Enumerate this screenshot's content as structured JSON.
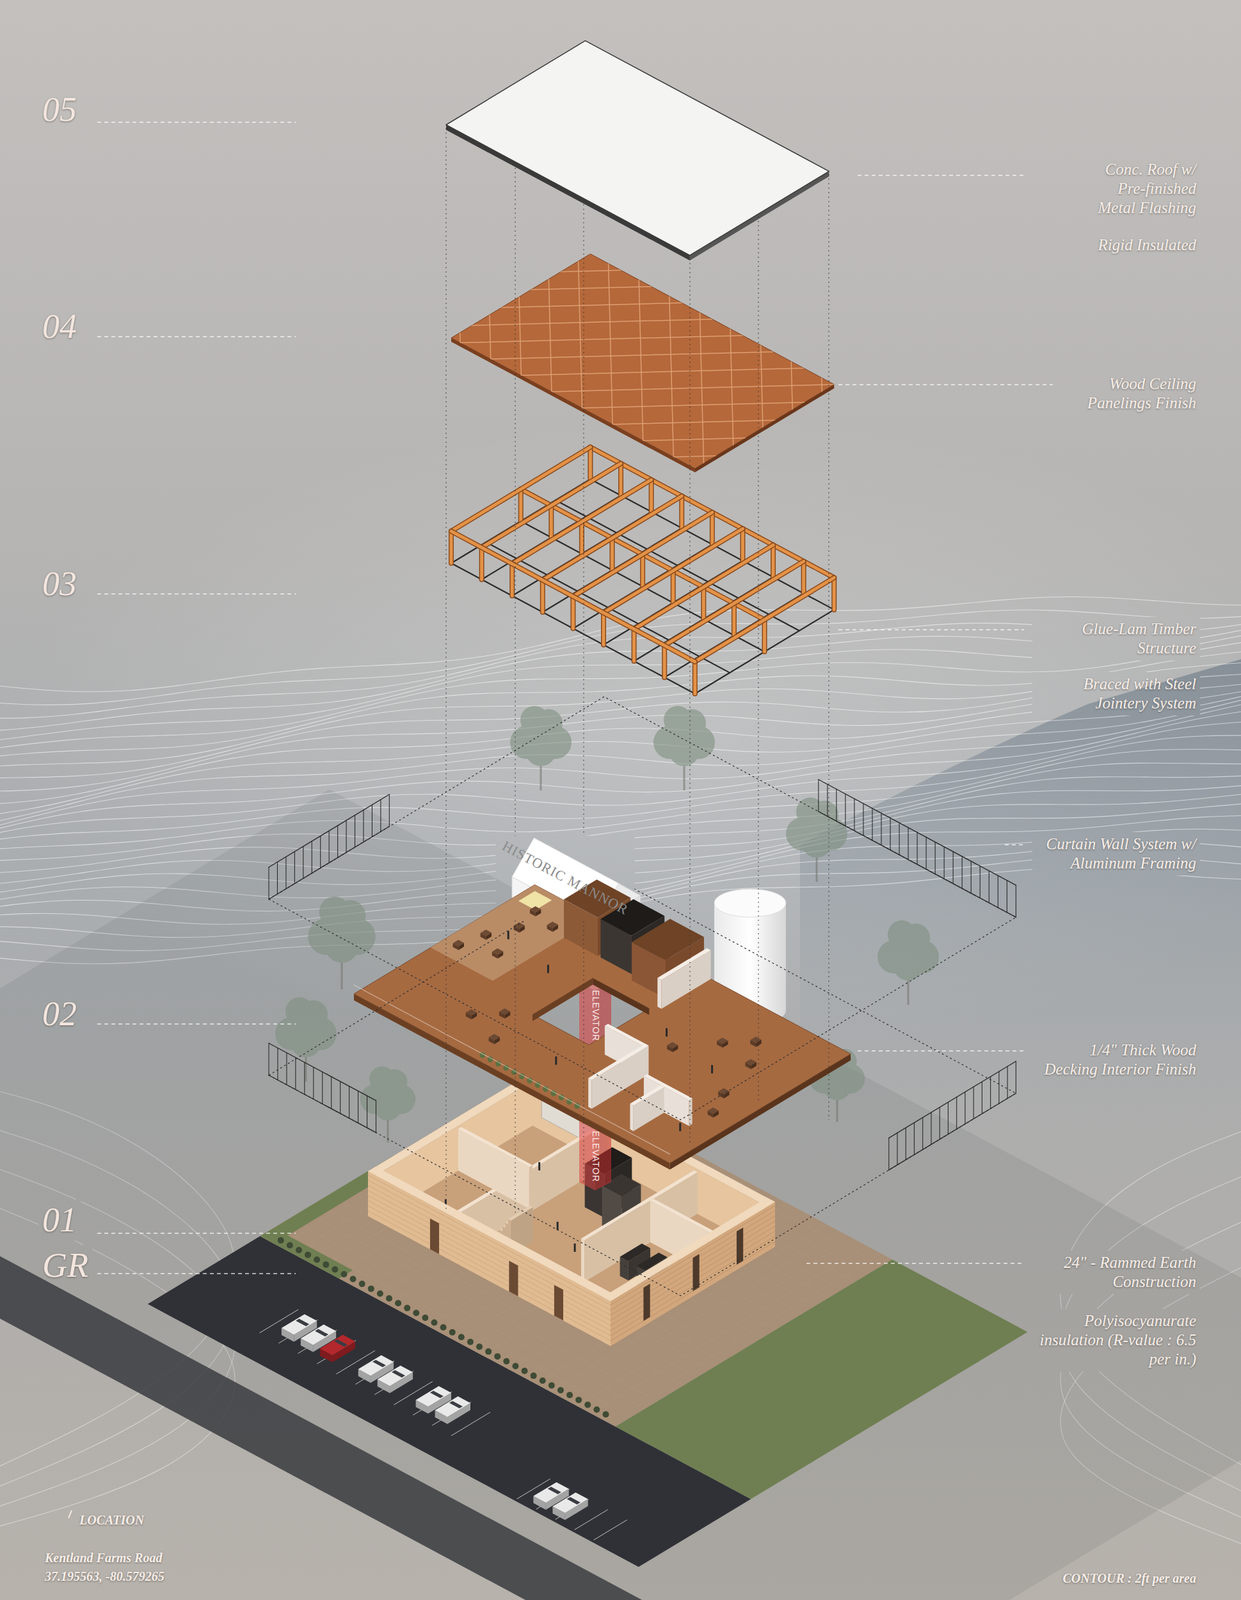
{
  "diagram": {
    "labels": [
      "05",
      "Conc. Roof w/ Pre-finished Metal Flashing",
      "Rigid Insulated",
      "04",
      "Wood Ceiling Panelings Finish",
      "03",
      "Glue-Lam Timber Structure",
      "Braced with Steel Jointery System",
      "Curtain Wall System w/ Aluminum Framing",
      "HISTORIC MANNOR",
      "ELEVATOR",
      "ELEVATOR",
      "02",
      "1/4\" Thick Wood Decking Interior Finish",
      "01",
      "GR",
      "24\" - Rammed Earth Construction",
      "Polyisocyanurate insulation (R-value : 6.5 per in.)",
      "LOCATION",
      "Kentland Farms Road",
      "37.195563, -80.579265",
      "CONTOUR : 2ft per area"
    ]
  }
}
